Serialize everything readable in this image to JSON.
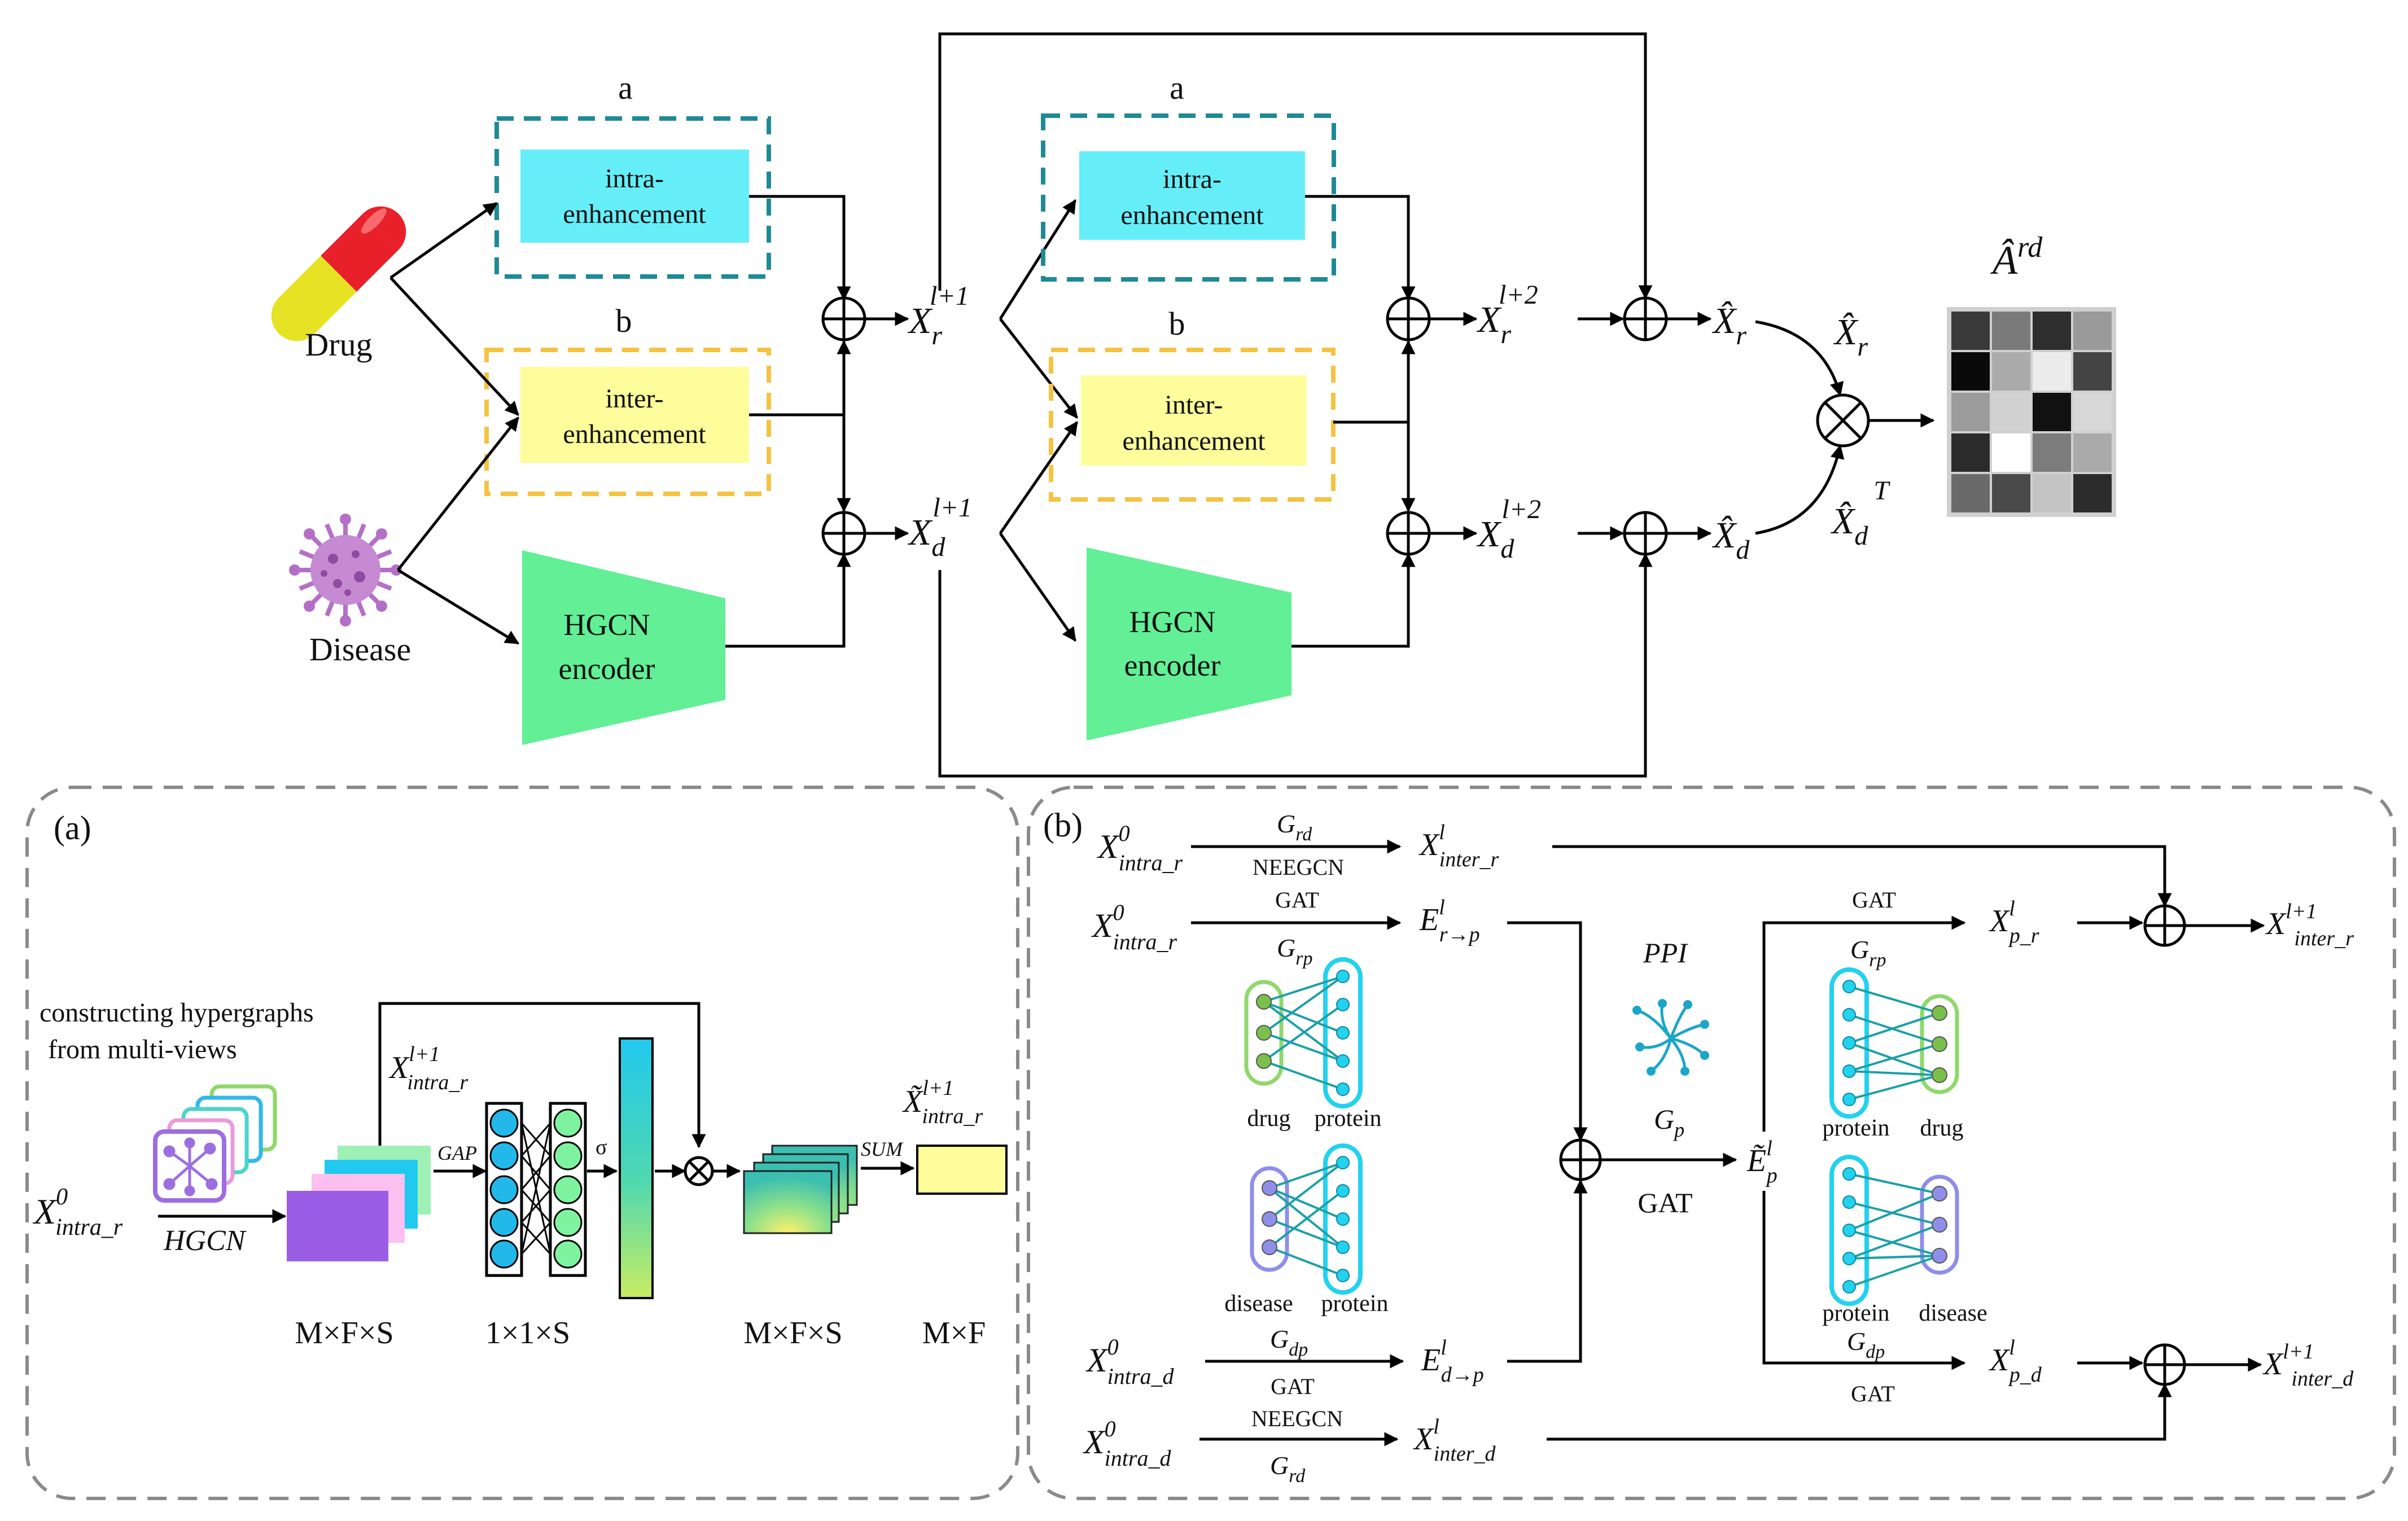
{
  "main": {
    "drug_label": "Drug",
    "disease_label": "Disease",
    "label_a_1": "a",
    "label_b_1": "b",
    "label_a_2": "a",
    "label_b_2": "b",
    "intra_line1": "intra-",
    "intra_line2": "enhancement",
    "inter_line1": "inter-",
    "inter_line2": "enhancement",
    "hgcn_line1": "HGCN",
    "hgcn_line2": "encoder",
    "xr_l1": {
      "base": "X",
      "sub": "r",
      "sup": "l+1"
    },
    "xd_l1": {
      "base": "X",
      "sub": "d",
      "sup": "l+1"
    },
    "xr_l2": {
      "base": "X",
      "sub": "r",
      "sup": "l+2"
    },
    "xd_l2": {
      "base": "X",
      "sub": "d",
      "sup": "l+2"
    },
    "xr_hat": {
      "base": "X̂",
      "sub": "r"
    },
    "xd_hat": {
      "base": "X̂",
      "sub": "d"
    },
    "xr_hat_2": {
      "base": "X̂",
      "sub": "r"
    },
    "xd_hat_T": {
      "base": "X̂",
      "sub": "d",
      "sup": "T"
    },
    "a_hat": {
      "base": "Â",
      "sup": "rd"
    },
    "heatmap_colors": [
      [
        "#3a3a3a",
        "#7a7a7a",
        "#2e2e2e",
        "#9a9a9a"
      ],
      [
        "#0a0a0a",
        "#ababab",
        "#ececec",
        "#444444"
      ],
      [
        "#9c9c9c",
        "#d2d2d2",
        "#111111",
        "#d7d7d7"
      ],
      [
        "#2b2b2b",
        "#ffffff",
        "#7c7c7c",
        "#aaaaaa"
      ],
      [
        "#6a6a6a",
        "#4a4a4a",
        "#c4c4c4",
        "#2c2c2c"
      ]
    ]
  },
  "panel_a": {
    "tag": "(a)",
    "construct_line1": "constructing hypergraphs",
    "construct_line2": "from multi-views",
    "x_in": {
      "base": "X",
      "sub": "intra_r",
      "sup": "0"
    },
    "hgcn": "HGCN",
    "x_l1": {
      "base": "X",
      "sub": "intra_r",
      "sup": "l+1"
    },
    "gap": "GAP",
    "sigma": "σ",
    "sum": "SUM",
    "x_out": {
      "base": "X̃",
      "sub": "intra_r",
      "sup": "l+1"
    },
    "dim1": "M×F×S",
    "dim2": "1×1×S",
    "dim3": "M×F×S",
    "dim4": "M×F"
  },
  "panel_b": {
    "tag": "(b)",
    "g_rd_top": {
      "base": "G",
      "sub": "rd"
    },
    "neegcn_top": "NEEGCN",
    "gat_1": "GAT",
    "g_rp_left": {
      "base": "G",
      "sub": "rp"
    },
    "x_intra_r_1": {
      "base": "X",
      "sub": "intra_r",
      "sup": "0"
    },
    "x_intra_r_2": {
      "base": "X",
      "sub": "intra_r",
      "sup": "0"
    },
    "x_inter_r": {
      "base": "X",
      "sub": "inter_r",
      "sup": "l"
    },
    "e_r_p": {
      "base": "E",
      "sub": "r→p",
      "sup": "l"
    },
    "drug": "drug",
    "protein_1": "protein",
    "disease_1": "disease",
    "protein_2": "protein",
    "ppi": "PPI",
    "g_p": {
      "base": "G",
      "sub": "p"
    },
    "gat_center": "GAT",
    "e_tilde": {
      "base": "Ẽ",
      "sub": "p",
      "sup": "l"
    },
    "gat_right_top": "GAT",
    "g_rp_right": {
      "base": "G",
      "sub": "rp"
    },
    "x_p_r": {
      "base": "X",
      "sub": "p_r",
      "sup": "l"
    },
    "x_inter_r_out": {
      "base": "X",
      "sub": "inter_r",
      "sup": "l+1"
    },
    "protein_3": "protein",
    "drug_2": "drug",
    "protein_4": "protein",
    "disease_2": "disease",
    "g_dp_right": {
      "base": "G",
      "sub": "dp"
    },
    "gat_right_bottom": "GAT",
    "x_p_d": {
      "base": "X",
      "sub": "p_d",
      "sup": "l"
    },
    "x_inter_d_out": {
      "base": "X",
      "sub": "inter_d",
      "sup": "l+1"
    },
    "x_intra_d_1": {
      "base": "X",
      "sub": "intra_d",
      "sup": "0"
    },
    "g_dp_left": {
      "base": "G",
      "sub": "dp"
    },
    "gat_3": "GAT",
    "e_d_p": {
      "base": "E",
      "sub": "d→p",
      "sup": "l"
    },
    "x_intra_d_2": {
      "base": "X",
      "sub": "intra_d",
      "sup": "0"
    },
    "neegcn_bottom": "NEEGCN",
    "g_rd_bottom": {
      "base": "G",
      "sub": "rd"
    },
    "x_inter_d": {
      "base": "X",
      "sub": "inter_d",
      "sup": "l"
    }
  }
}
